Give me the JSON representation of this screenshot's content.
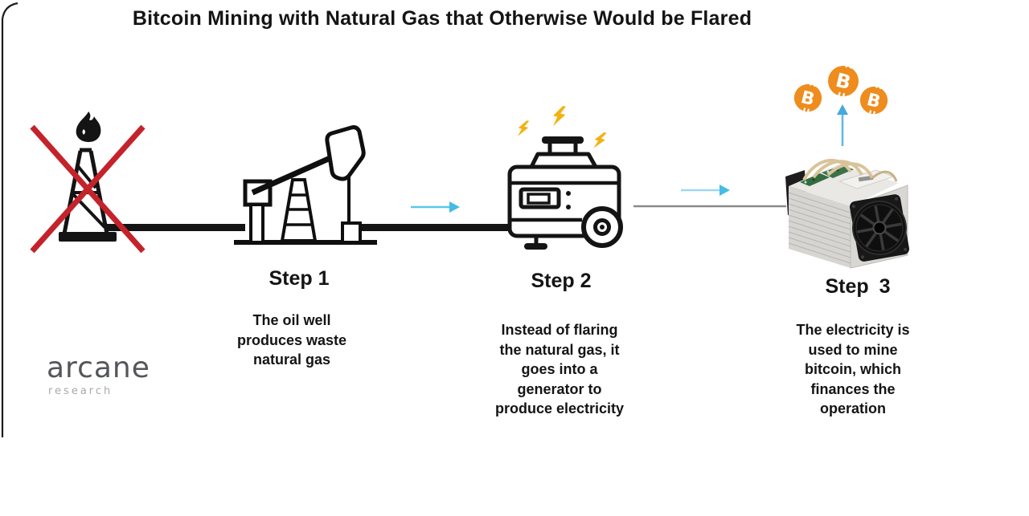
{
  "title": "Bitcoin Mining with Natural Gas that Otherwise Would be Flared",
  "steps": [
    {
      "label": "Step 1",
      "description": "The oil well\nproduces waste\nnatural gas"
    },
    {
      "label": "Step 2",
      "description": "Instead of flaring\nthe natural gas, it\ngoes into a\ngenerator to\nproduce electricity"
    },
    {
      "label": "Step 3",
      "description": "The electricity is\nused to mine\nbitcoin, which\nfinances the\noperation"
    }
  ],
  "brand": {
    "name": "arcane",
    "tagline": "research"
  },
  "icons": {
    "left": "crossed-out-gas-flare-icon",
    "step1": "oil-pump-jack-icon",
    "step2": "generator-icon-with-lightning-bolts",
    "step3": "asic-miner-with-bitcoin-coins",
    "connectors": [
      "pipeline-line",
      "arrow-right-icon",
      "power-line",
      "arrow-up-icon"
    ]
  },
  "colors": {
    "cross_red": "#c4232b",
    "arrow_blue": "#5ac6e9",
    "bolt_yellow": "#f2b211",
    "bitcoin_orange": "#ee8c1e",
    "ink_black": "#141414",
    "brand_gray": "#55565a"
  }
}
